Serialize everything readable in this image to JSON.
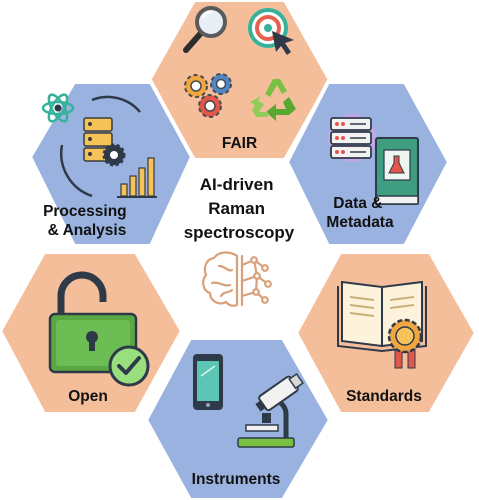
{
  "diagram": {
    "center": {
      "title_lines": [
        "AI-driven",
        "Raman",
        "spectroscopy"
      ],
      "icon": "brain-network-icon"
    },
    "segments": [
      {
        "key": "fair",
        "lines": [
          "FAIR"
        ],
        "icons": [
          "magnifier-icon",
          "target-cursor-icon",
          "gears-icon",
          "recycle-icon"
        ],
        "color": "#F4BE9B"
      },
      {
        "key": "data",
        "lines": [
          "Data &",
          "Metadata"
        ],
        "icons": [
          "server-rack-icon",
          "lab-book-icon"
        ],
        "color": "#9AB2DF"
      },
      {
        "key": "standards",
        "lines": [
          "Standards"
        ],
        "icons": [
          "open-book-certificate-icon"
        ],
        "color": "#F4BE9B"
      },
      {
        "key": "instruments",
        "lines": [
          "Instruments"
        ],
        "icons": [
          "smartphone-icon",
          "microscope-icon"
        ],
        "color": "#9AB2DF"
      },
      {
        "key": "open",
        "lines": [
          "Open"
        ],
        "icons": [
          "open-padlock-check-icon"
        ],
        "color": "#F4BE9B"
      },
      {
        "key": "processing",
        "lines": [
          "Processing",
          "& Analysis"
        ],
        "icons": [
          "atom-icon",
          "database-gear-icon",
          "bar-chart-icon"
        ],
        "color": "#9AB2DF"
      }
    ],
    "colors": {
      "orange": "#F4BE9B",
      "blue": "#9AB2DF",
      "text": "#111111"
    }
  }
}
